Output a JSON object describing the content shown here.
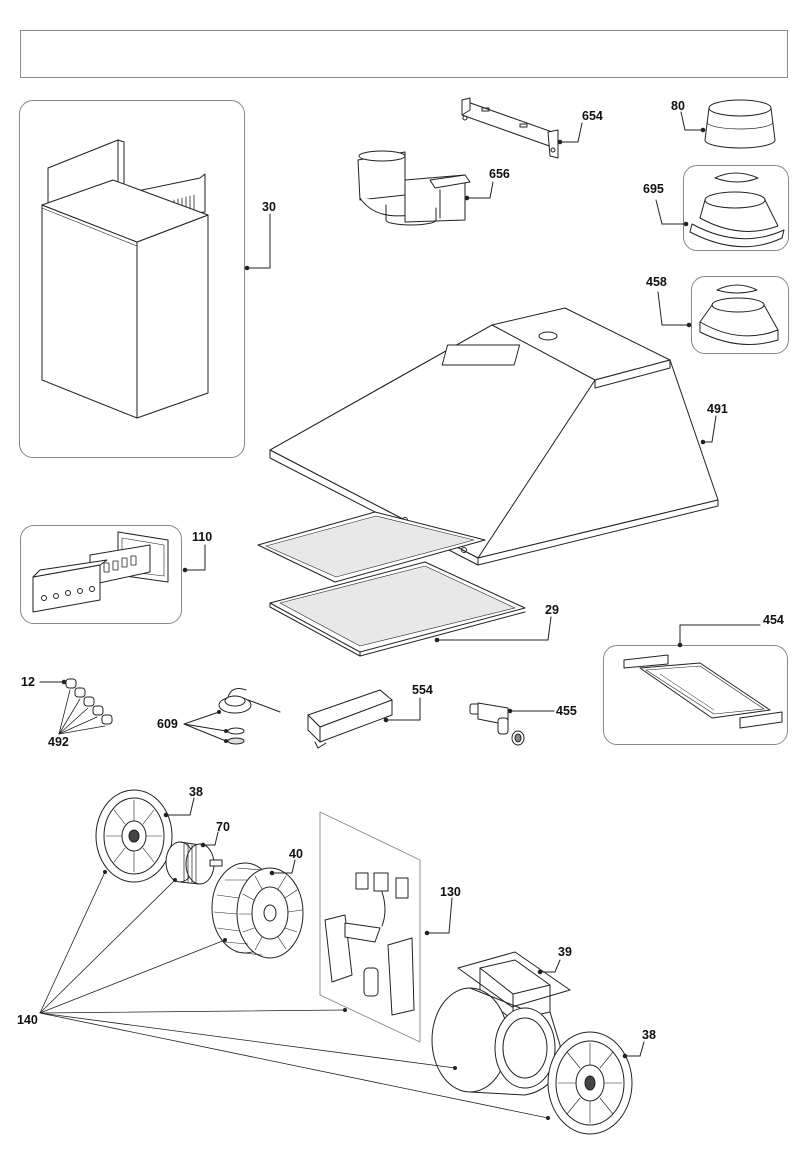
{
  "header": {
    "title": ""
  },
  "callouts": {
    "c30": "30",
    "c654": "654",
    "c80": "80",
    "c656": "656",
    "c695": "695",
    "c458": "458",
    "c491": "491",
    "c110": "110",
    "c29": "29",
    "c454": "454",
    "c12": "12",
    "c492": "492",
    "c609": "609",
    "c554": "554",
    "c455": "455",
    "c38a": "38",
    "c70": "70",
    "c40": "40",
    "c130": "130",
    "c39": "39",
    "c140": "140",
    "c38b": "38"
  }
}
